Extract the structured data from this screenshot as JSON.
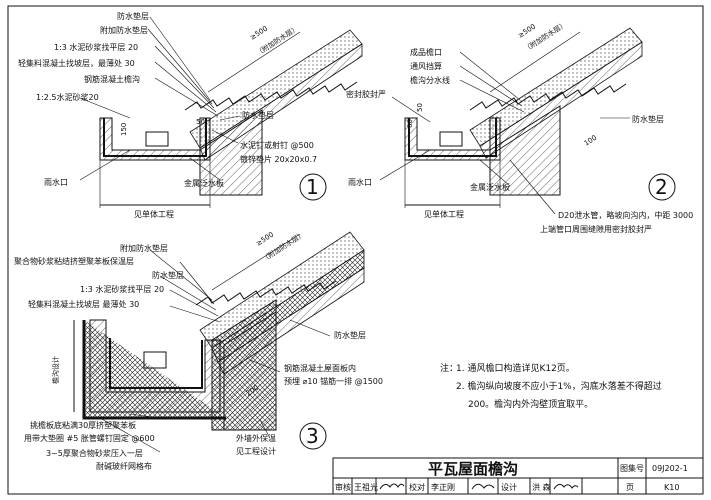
{
  "detail1": {
    "labels": {
      "waterproof_layer": "防水垫层",
      "add_waterproof_layer": "附加防水垫层",
      "cement_mortar_20": "1:3 水泥砂浆找平层 20",
      "lightweight_concrete": "轻集料混凝土找坡层，最薄处 30",
      "rc_eave": "钢筋混凝土檐沟",
      "mortar_25_20": "1:2.5水泥砂浆20",
      "dim_500": "≥500",
      "add_waterproof_note": "（附加防水层）",
      "dim_50": "50",
      "dim_150": "150",
      "waterproof_layer_lower": "防水垫层",
      "nail_note": "水泥钉或射钉 @500",
      "zinc_pad": "镀锌垫片 20x20x0.7",
      "rain_outlet": "雨水口",
      "metal_flashing": "金属泛水板",
      "see_project": "见单体工程",
      "number": "1"
    }
  },
  "detail2": {
    "labels": {
      "dim_500": "≥500",
      "add_waterproof_note": "（附加防水层）",
      "finished_eave": "成品檐口",
      "vent_strip": "通风挡算",
      "gutter_divider": "檐沟分水线",
      "sealant": "密封胶封严",
      "dim_60": "60",
      "dim_50": "50",
      "dim_100": "100",
      "waterproof_layer": "防水垫层",
      "rain_outlet": "雨水口",
      "metal_flashing": "金属泛水板",
      "see_project": "见单体工程",
      "drain_pipe": "D20泄水管，略坡向沟内，中距 3000",
      "drain_note": "上端管口周围缝隙用密封胶封严",
      "number": "2"
    }
  },
  "detail3": {
    "labels": {
      "add_waterproof_layer": "附加防水垫层",
      "polymer_mortar": "聚合物砂浆粘结挤塑聚苯板保温层",
      "waterproof_layer": "防水垫层",
      "cement_mortar_20": "1:3 水泥砂浆找平层 20",
      "lightweight_concrete": "轻集料混凝土找坡层 最薄处 30",
      "dim_500": "≥500",
      "add_waterproof_note": "（附加防水层）",
      "gutter_design": "檐沟设计",
      "waterproof_layer_lower": "防水垫层",
      "rc_slab_1": "钢筋混凝土屋面板内",
      "rc_slab_2": "预埋 ⌀10 锚筋一排 @1500",
      "dim_200": "200",
      "insulation_note_1": "挑檐板底粘满30厚挤塑聚苯板",
      "insulation_note_2": "用带大垫圈 #5 胀管螺钉固定 @600",
      "mortar_layer_1": "3~5厚聚合物砂浆压入一层",
      "mortar_layer_2": "耐碱玻纤网格布",
      "ext_insulation": "外墙外保温",
      "see_project": "见工程设计",
      "number": "3"
    }
  },
  "notes": {
    "head": "注：",
    "n1": "1. 通风檐口构造详见K12页。",
    "n2a": "2. 檐沟纵向坡度不应小于1%，沟底水落差不得超过",
    "n2b": "200。檐沟内外沟壁顶宜取平。"
  },
  "title_block": {
    "title": "平瓦屋面檐沟",
    "atlas_label": "图集号",
    "atlas_no": "09J202-1",
    "review": "审核",
    "reviewer": "王祖光",
    "check": "校对",
    "checker": "李正刚",
    "design": "设计",
    "designer": "洪 森",
    "page_label": "页",
    "page_no": "K10"
  }
}
